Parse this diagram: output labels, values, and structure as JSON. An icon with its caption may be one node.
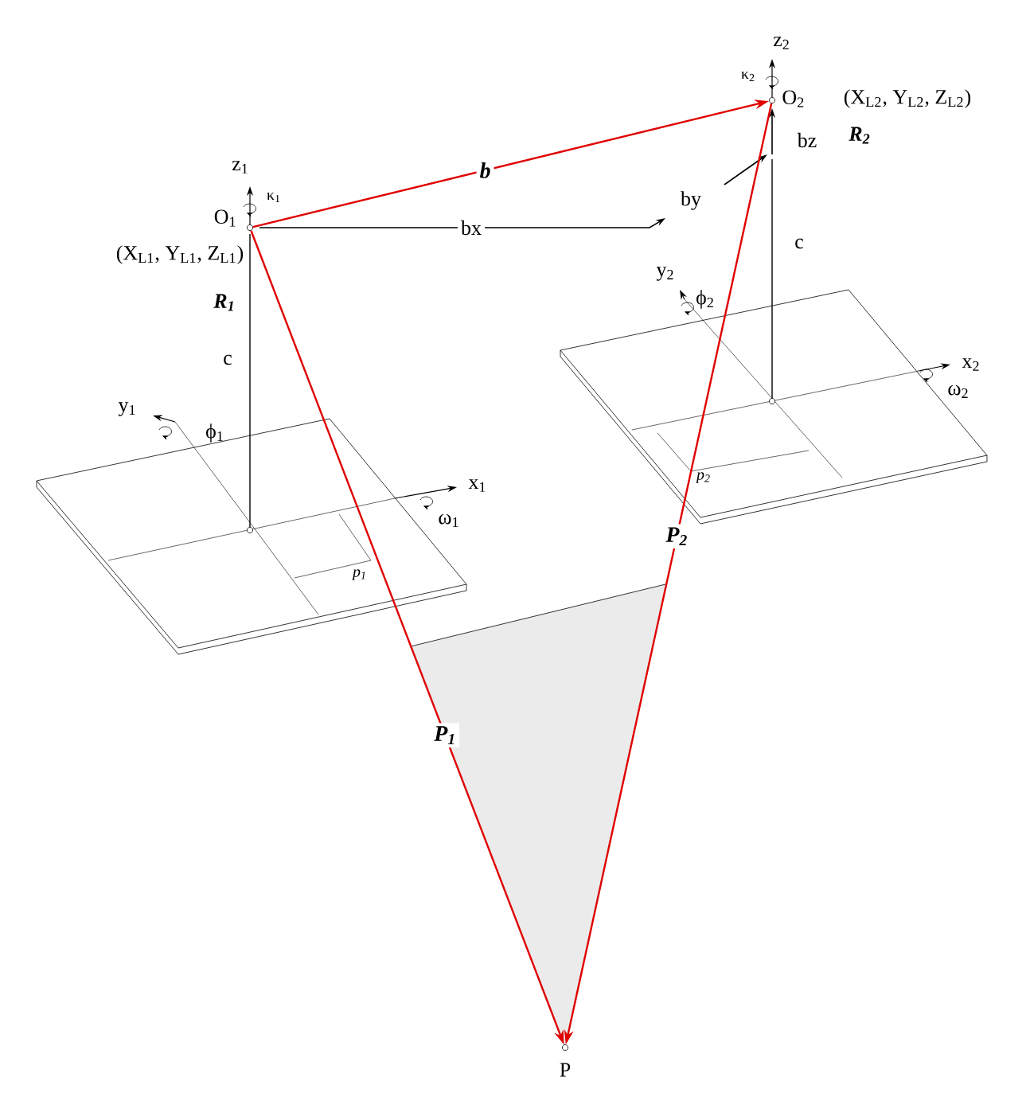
{
  "diagram": {
    "nodes": [
      {
        "text": [],
        "shape": "circle",
        "beside": [
          "O$_{1}$",
          "(X$_{L1}$, Y$_{L1}$, Z$_{L1}$)"
        ]
      },
      {
        "text": [],
        "shape": "circle",
        "beside": [
          "O$_{2}$",
          "(X$_{L2}$, Y$_{L2}$, Z$_{L2}$)"
        ]
      },
      {
        "text": [],
        "shape": "circle",
        "beside": [
          "P"
        ]
      }
    ],
    "edges": [
      {
        "from": 0,
        "to": 1,
        "arrow": "to",
        "label": "b"
      },
      {
        "from": 0,
        "to": 2,
        "arrow": "to",
        "label": "P$_{1}$"
      },
      {
        "from": 1,
        "to": 2,
        "arrow": "to",
        "label": "P$_{2}$"
      }
    ],
    "labels": [
      "z$_{1}$",
      "κ$_{1}$",
      "R$_{1}$",
      "c",
      "y$_{1}$",
      "ϕ$_{1}$",
      "x$_{1}$",
      "ω$_{1}$",
      "p$_{1}$",
      "bx",
      "by",
      "bz",
      "z$_{2}$",
      "κ$_{2}$",
      "R$_{2}$",
      "c",
      "y$_{2}$",
      "ϕ$_{2}$",
      "x$_{2}$",
      "ω$_{2}$",
      "p$_{2}$"
    ]
  }
}
